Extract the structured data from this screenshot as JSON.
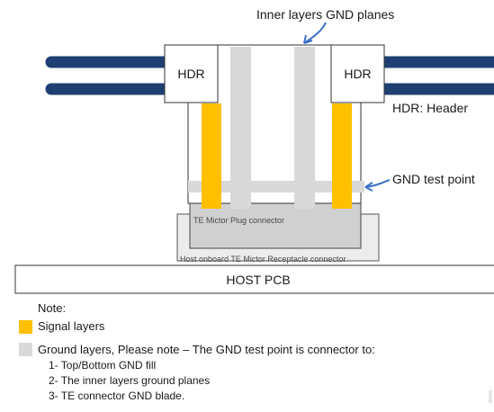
{
  "diagram": {
    "top_label": "Inner layers GND planes",
    "hdr_left": "HDR",
    "hdr_right": "HDR",
    "hdr_note": "HDR: Header",
    "gnd_test_point": "GND test point",
    "plug_connector": "TE Mictor Plug connector",
    "receptacle_connector": "Host onboard TE Mictor Receptacle connector",
    "host_pcb": "HOST PCB"
  },
  "legend": {
    "note": "Note:",
    "signal_label": "Signal layers",
    "ground_label": "Ground layers, Please note – The GND test point is connector to:",
    "items": [
      "1- Top/Bottom GND fill",
      "2- The inner layers ground planes",
      "3- TE connector GND blade."
    ]
  },
  "colors": {
    "signal": "#FFC000",
    "ground": "#D9D9D9",
    "cable": "#1F3F73",
    "arrow": "#3A6FC4",
    "outline": "#333333"
  }
}
